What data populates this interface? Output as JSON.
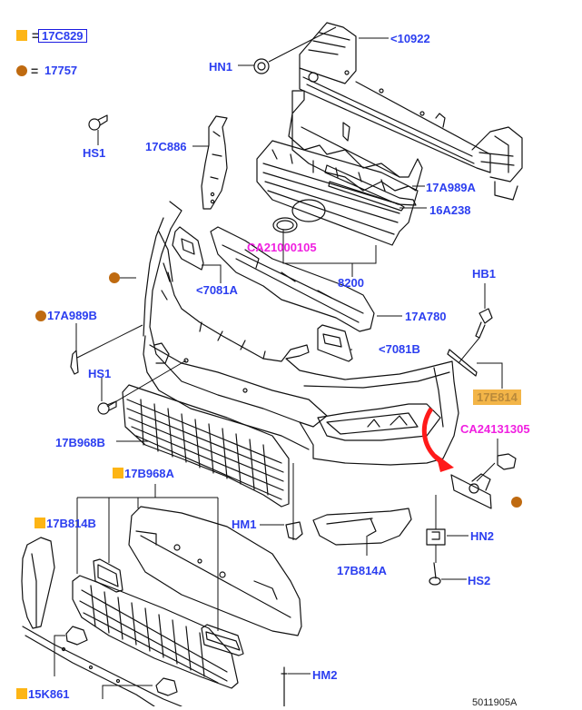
{
  "diagram": {
    "title": "Front Bumper Assembly Parts Diagram",
    "legend": [
      {
        "symbol": "square-icon",
        "color": "#fdb515",
        "equals": "=",
        "part": "17C829"
      },
      {
        "symbol": "circle-icon",
        "color": "#bf6a10",
        "equals": "=",
        "part": "17757"
      }
    ],
    "labels": {
      "p10922": "<10922",
      "hn1": "HN1",
      "hs1_top": "HS1",
      "p17c886": "17C886",
      "p17a989a": "17A989A",
      "p16a238": "16A238",
      "ca21000105": "CA21000105",
      "p8200": "8200",
      "p7081a": "<7081A",
      "hb1": "HB1",
      "p17a989b": "17A989B",
      "p17a780": "17A780",
      "p7081b": "<7081B",
      "hs1_bottom": "HS1",
      "p17e814": "17E814",
      "ca24131305": "CA24131305",
      "p17b968b": "17B968B",
      "p17b968a": "17B968A",
      "p17b814b": "17B814B",
      "hm1": "HM1",
      "hn2": "HN2",
      "p17b814a": "17B814A",
      "hs2": "HS2",
      "hm2": "HM2",
      "p15k861": "15K861",
      "drawing_number": "5011905A"
    },
    "colors": {
      "part_label": "#2b3ef0",
      "reference_label": "#f020e0",
      "highlight_box": "#f3b548",
      "legend_square": "#fdb515",
      "legend_circle": "#bf6a10",
      "arrow": "#ff1a1a"
    }
  }
}
